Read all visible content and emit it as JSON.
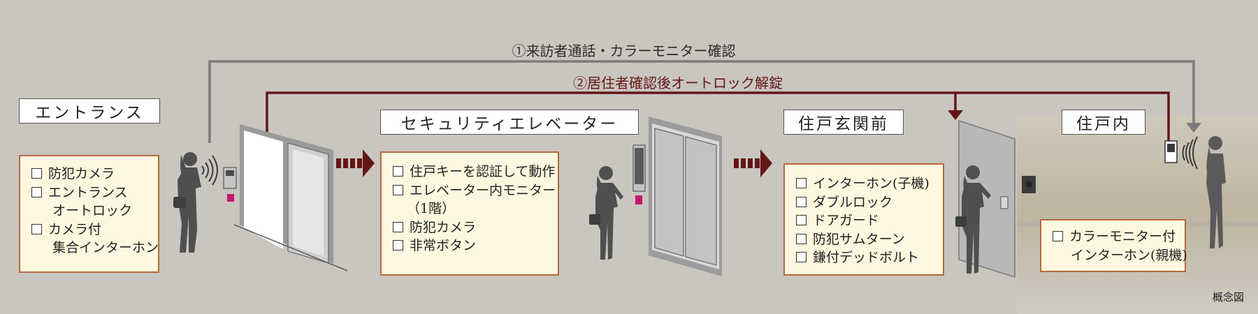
{
  "arrows": {
    "visitor_call": {
      "label": "①来訪者通話・カラーモニター確認",
      "color": "#7b7b7b"
    },
    "resident_unlock": {
      "label": "②居住者確認後オートロック解錠",
      "color": "#641616"
    }
  },
  "stages": [
    {
      "title": "エントランス",
      "features": [
        {
          "check": true,
          "text": "防犯カメラ"
        },
        {
          "check": true,
          "text": "エントランス"
        },
        {
          "check": false,
          "text": "オートロック"
        },
        {
          "check": true,
          "text": "カメラ付"
        },
        {
          "check": false,
          "text": "集合インターホン"
        }
      ]
    },
    {
      "title": "セキュリティエレベーター",
      "features": [
        {
          "check": true,
          "text": "住戸キーを認証して動作"
        },
        {
          "check": true,
          "text": "エレベーター内モニター"
        },
        {
          "check": false,
          "text": "（1階）"
        },
        {
          "check": true,
          "text": "防犯カメラ"
        },
        {
          "check": true,
          "text": "非常ボタン"
        }
      ]
    },
    {
      "title": "住戸玄関前",
      "features": [
        {
          "check": true,
          "text": "インターホン(子機)"
        },
        {
          "check": true,
          "text": "ダブルロック"
        },
        {
          "check": true,
          "text": "ドアガード"
        },
        {
          "check": true,
          "text": "防犯サムターン"
        },
        {
          "check": true,
          "text": "鎌付デッドボルト"
        }
      ]
    },
    {
      "title": "住戸内",
      "features": [
        {
          "check": true,
          "text": "カラーモニター付"
        },
        {
          "check": false,
          "text": "インターホン(親機)"
        }
      ]
    }
  ],
  "note": "概念図",
  "colors": {
    "background": "#c9c5bf",
    "box_fill": "#fdf8df",
    "box_border": "#b36b3f",
    "progress_arrow": "#641616",
    "silhouette": "#4f4f4f"
  }
}
